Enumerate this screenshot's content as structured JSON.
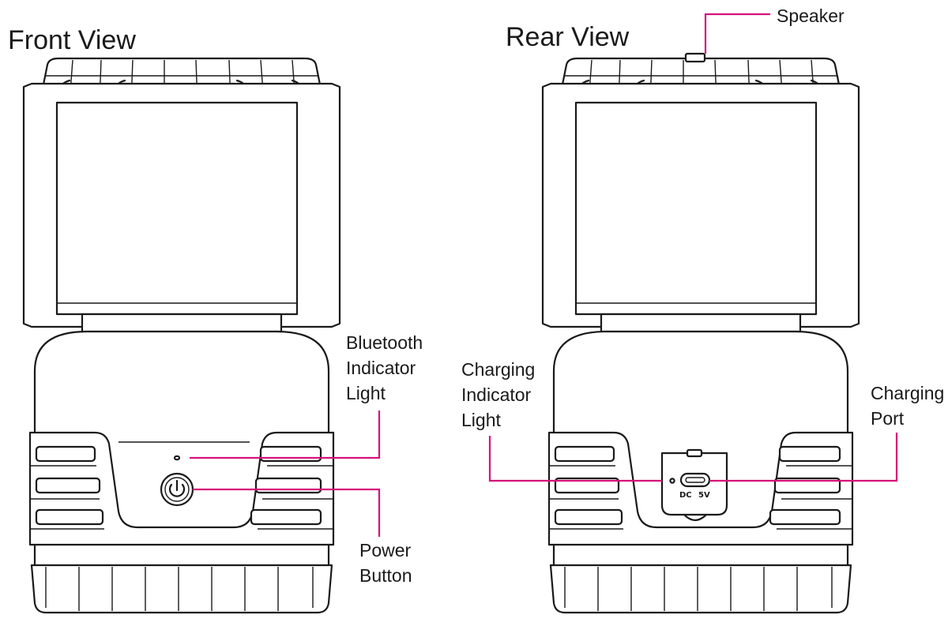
{
  "views": {
    "front": {
      "title": "Front View"
    },
    "rear": {
      "title": "Rear View"
    }
  },
  "callouts": {
    "bluetooth_indicator": [
      "Bluetooth",
      "Indicator",
      "Light"
    ],
    "power_button": [
      "Power",
      "Button"
    ],
    "speaker": [
      "Speaker"
    ],
    "charging_indicator": [
      "Charging",
      "Indicator",
      "Light"
    ],
    "charging_port": [
      "Charging",
      "Port"
    ]
  },
  "port_markings": {
    "left": "DC",
    "right": "5V"
  },
  "colors": {
    "leader_line": "#d6127a",
    "outline": "#1a1a1a",
    "background": "#ffffff"
  },
  "icons": {
    "power_button": "power-icon"
  }
}
